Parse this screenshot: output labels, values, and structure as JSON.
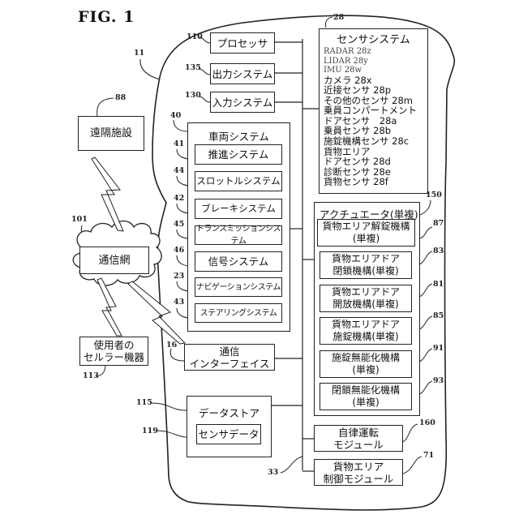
{
  "figure": {
    "title": "FIG. 1"
  },
  "vehicle": {
    "ref": "11"
  },
  "bus": {
    "ref": "33"
  },
  "remote_facility": {
    "label": "遠隔施設",
    "ref": "88"
  },
  "network": {
    "label": "通信網",
    "ref": "101"
  },
  "user_device": {
    "label_line1": "使用者の",
    "label_line2": "セルラー機器",
    "ref": "113"
  },
  "processor": {
    "label": "プロセッサ",
    "ref": "110"
  },
  "output_system": {
    "label": "出力システム",
    "ref": "135"
  },
  "input_system": {
    "label": "入力システム",
    "ref": "130"
  },
  "vehicle_system": {
    "label": "車両システム",
    "ref": "40",
    "items": [
      {
        "label": "推進システム",
        "ref": "41"
      },
      {
        "label": "スロットルシステム",
        "ref": "44"
      },
      {
        "label": "ブレーキシステム",
        "ref": "42"
      },
      {
        "label": "トランスミッションシステム",
        "ref": "45"
      },
      {
        "label": "信号システム",
        "ref": "46"
      },
      {
        "label": "ナビゲーションシステム",
        "ref": "23"
      },
      {
        "label": "ステアリングシステム",
        "ref": "43"
      }
    ]
  },
  "comm_interface": {
    "label_line1": "通信",
    "label_line2": "インターフェイス",
    "ref": "16"
  },
  "data_store": {
    "label": "データストア",
    "ref": "115",
    "sensor_data": {
      "label": "センサデータ",
      "ref": "119"
    }
  },
  "sensor_system": {
    "label": "センサシステム",
    "ref": "28",
    "items": [
      {
        "text": "RADAR 28z",
        "latin": true
      },
      {
        "text": "LIDAR 28y",
        "latin": true
      },
      {
        "text": "IMU 28w",
        "latin": true
      },
      {
        "text": "カメラ 28x"
      },
      {
        "text": "近接センサ 28p"
      },
      {
        "text": "その他のセンサ 28m"
      },
      {
        "text": "乗員コンパートメント"
      },
      {
        "text": "ドアセンサ　28a"
      },
      {
        "text": "乗員センサ 28b"
      },
      {
        "text": "施錠機構センサ 28c"
      },
      {
        "text": "貨物エリア"
      },
      {
        "text": "ドアセンサ 28d"
      },
      {
        "text": "診断センサ 28e"
      },
      {
        "text": "貨物センサ 28f"
      }
    ]
  },
  "actuators": {
    "label": "アクチュエータ(単複)",
    "ref": "150",
    "items": [
      {
        "line1": "貨物エリア解錠機構",
        "line2": "(単複)",
        "ref": "87"
      },
      {
        "line1": "貨物エリアドア",
        "line2": "閉鎖機構(単複)",
        "ref": "83"
      },
      {
        "line1": "貨物エリアドア",
        "line2": "開放機構(単複)",
        "ref": "81"
      },
      {
        "line1": "貨物エリアドア",
        "line2": "施錠機構(単複)",
        "ref": "85"
      },
      {
        "line1": "施錠無能化機構",
        "line2": "(単複)",
        "ref": "91"
      },
      {
        "line1": "閉鎖無能化機構",
        "line2": "(単複)",
        "ref": "93"
      }
    ]
  },
  "autonomous_module": {
    "line1": "自律運転",
    "line2": "モジュール",
    "ref": "160"
  },
  "cargo_module": {
    "line1": "貨物エリア",
    "line2": "制御モジュール",
    "ref": "71"
  }
}
